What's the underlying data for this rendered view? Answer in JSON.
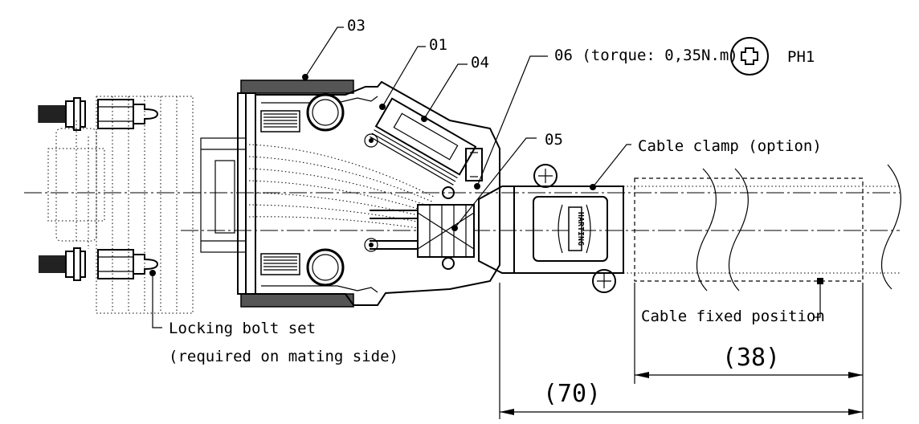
{
  "labels": {
    "part_03": "03",
    "part_01": "01",
    "part_04": "04",
    "part_06": "06 (torque: 0,35N.m)",
    "screw_type": "PH1",
    "part_05": "05",
    "cable_clamp": "Cable clamp (option)",
    "cable_fixed_position": "Cable fixed position",
    "locking_bolt_line1": "Locking bolt set",
    "locking_bolt_line2": "(required on mating side)",
    "brand": "HARTING"
  },
  "dimensions": {
    "dim_38": "(38)",
    "dim_70": "(70)"
  }
}
